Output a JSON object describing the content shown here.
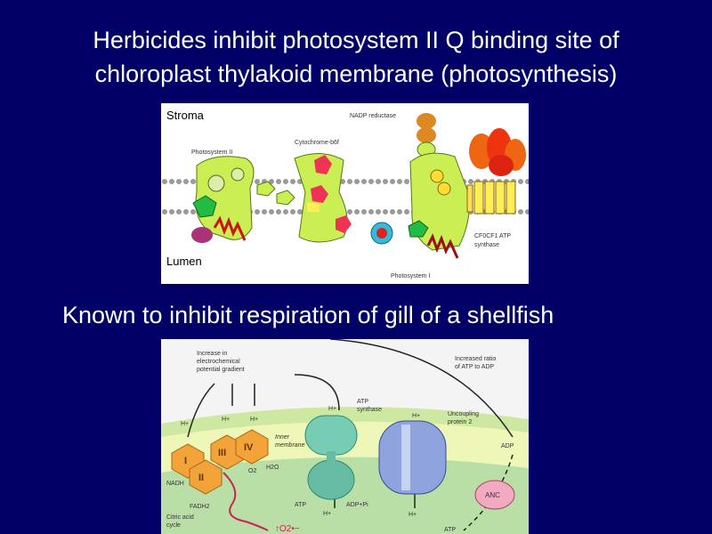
{
  "slide": {
    "title_line1": "Herbicides inhibit photosystem II Q binding site of",
    "title_line2": "chloroplast thylakoid membrane (photosynthesis)",
    "subtitle": "Known to inhibit respiration of gill of a shellfish"
  },
  "figure1": {
    "stroma": "Stroma",
    "lumen": "Lumen",
    "nadp_reductase": "NADP reductase",
    "photosystem_ii": "Photosystem II",
    "cytochrome": "Cytochrome-b6f",
    "photosystem_i": "Photosystem I",
    "atp_synthase_1": "CF0CF1 ATP",
    "atp_synthase_2": "synthase"
  },
  "figure2": {
    "increase_1": "Increase in",
    "increase_2": "electrochemical",
    "increase_3": "potential gradient",
    "ratio_1": "Increased ratio",
    "ratio_2": "of ATP to ADP",
    "atp_synth_1": "ATP",
    "atp_synth_2": "synthase",
    "ucp_1": "Uncoupling",
    "ucp_2": "protein 2",
    "inner_1": "Inner",
    "inner_2": "membrane",
    "h_plus": "H+",
    "complex_i": "I",
    "complex_ii": "II",
    "complex_iii": "III",
    "complex_iv": "IV",
    "o2": "O2",
    "h2o": "H2O",
    "nadh": "NADH",
    "fadh2": "FADH2",
    "citric_1": "Citric acid",
    "citric_2": "cycle",
    "atp": "ATP",
    "adp_pi": "ADP+Pi",
    "adp": "ADP",
    "anc": "ANC",
    "superoxide": "↑O2•−"
  }
}
